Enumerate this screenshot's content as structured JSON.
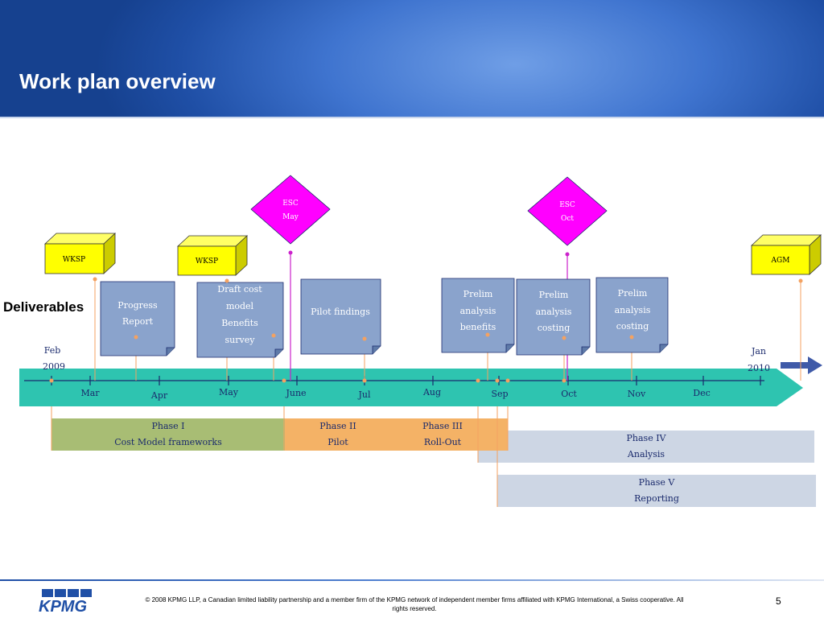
{
  "title": "Work plan overview",
  "deliverables_label": "Deliverables",
  "workshops": [
    {
      "label": "WKSP"
    },
    {
      "label": "WKSP"
    },
    {
      "label": "AGM"
    }
  ],
  "esc": [
    {
      "line1": "ESC",
      "line2": "May"
    },
    {
      "line1": "ESC",
      "line2": "Oct"
    }
  ],
  "deliverables": [
    {
      "lines": [
        "Progress",
        "Report"
      ]
    },
    {
      "lines": [
        "Draft cost",
        "model",
        "Benefits",
        "survey"
      ]
    },
    {
      "lines": [
        "Pilot findings"
      ]
    },
    {
      "lines": [
        "Prelim",
        "analysis",
        "benefits"
      ]
    },
    {
      "lines": [
        "Prelim",
        "analysis",
        "costing"
      ]
    },
    {
      "lines": [
        "Prelim",
        "analysis",
        "costing"
      ]
    }
  ],
  "timeline": {
    "start": {
      "month": "Feb",
      "year": "2009"
    },
    "end": {
      "month": "Jan",
      "year": "2010"
    },
    "months": [
      "Mar",
      "Apr",
      "May",
      "June",
      "Jul",
      "Aug",
      "Sep",
      "Oct",
      "Nov",
      "Dec"
    ]
  },
  "phases": [
    {
      "name": "Phase I",
      "desc": "Cost Model frameworks"
    },
    {
      "name": "Phase II",
      "desc": "Pilot"
    },
    {
      "name": "Phase III",
      "desc": "Roll-Out"
    },
    {
      "name": "Phase IV",
      "desc": "Analysis"
    },
    {
      "name": "Phase V",
      "desc": "Reporting"
    }
  ],
  "colors": {
    "timeline_bar": "#2ec4b0",
    "deliverable_fill": "#8aa3cc",
    "workshop_fill": "#ffff00",
    "esc_fill": "#ff00ff",
    "phase1": "#a8bd74",
    "phase2_3": "#f4b266",
    "phase4_5": "#cdd6e4",
    "marker_orange": "#f4a261"
  },
  "logo_text": "KPMG",
  "footer": "© 2008 KPMG LLP, a Canadian limited liability partnership and a member firm of the KPMG network of independent member firms affiliated with KPMG International, a Swiss cooperative. All rights reserved.",
  "page_number": "5"
}
